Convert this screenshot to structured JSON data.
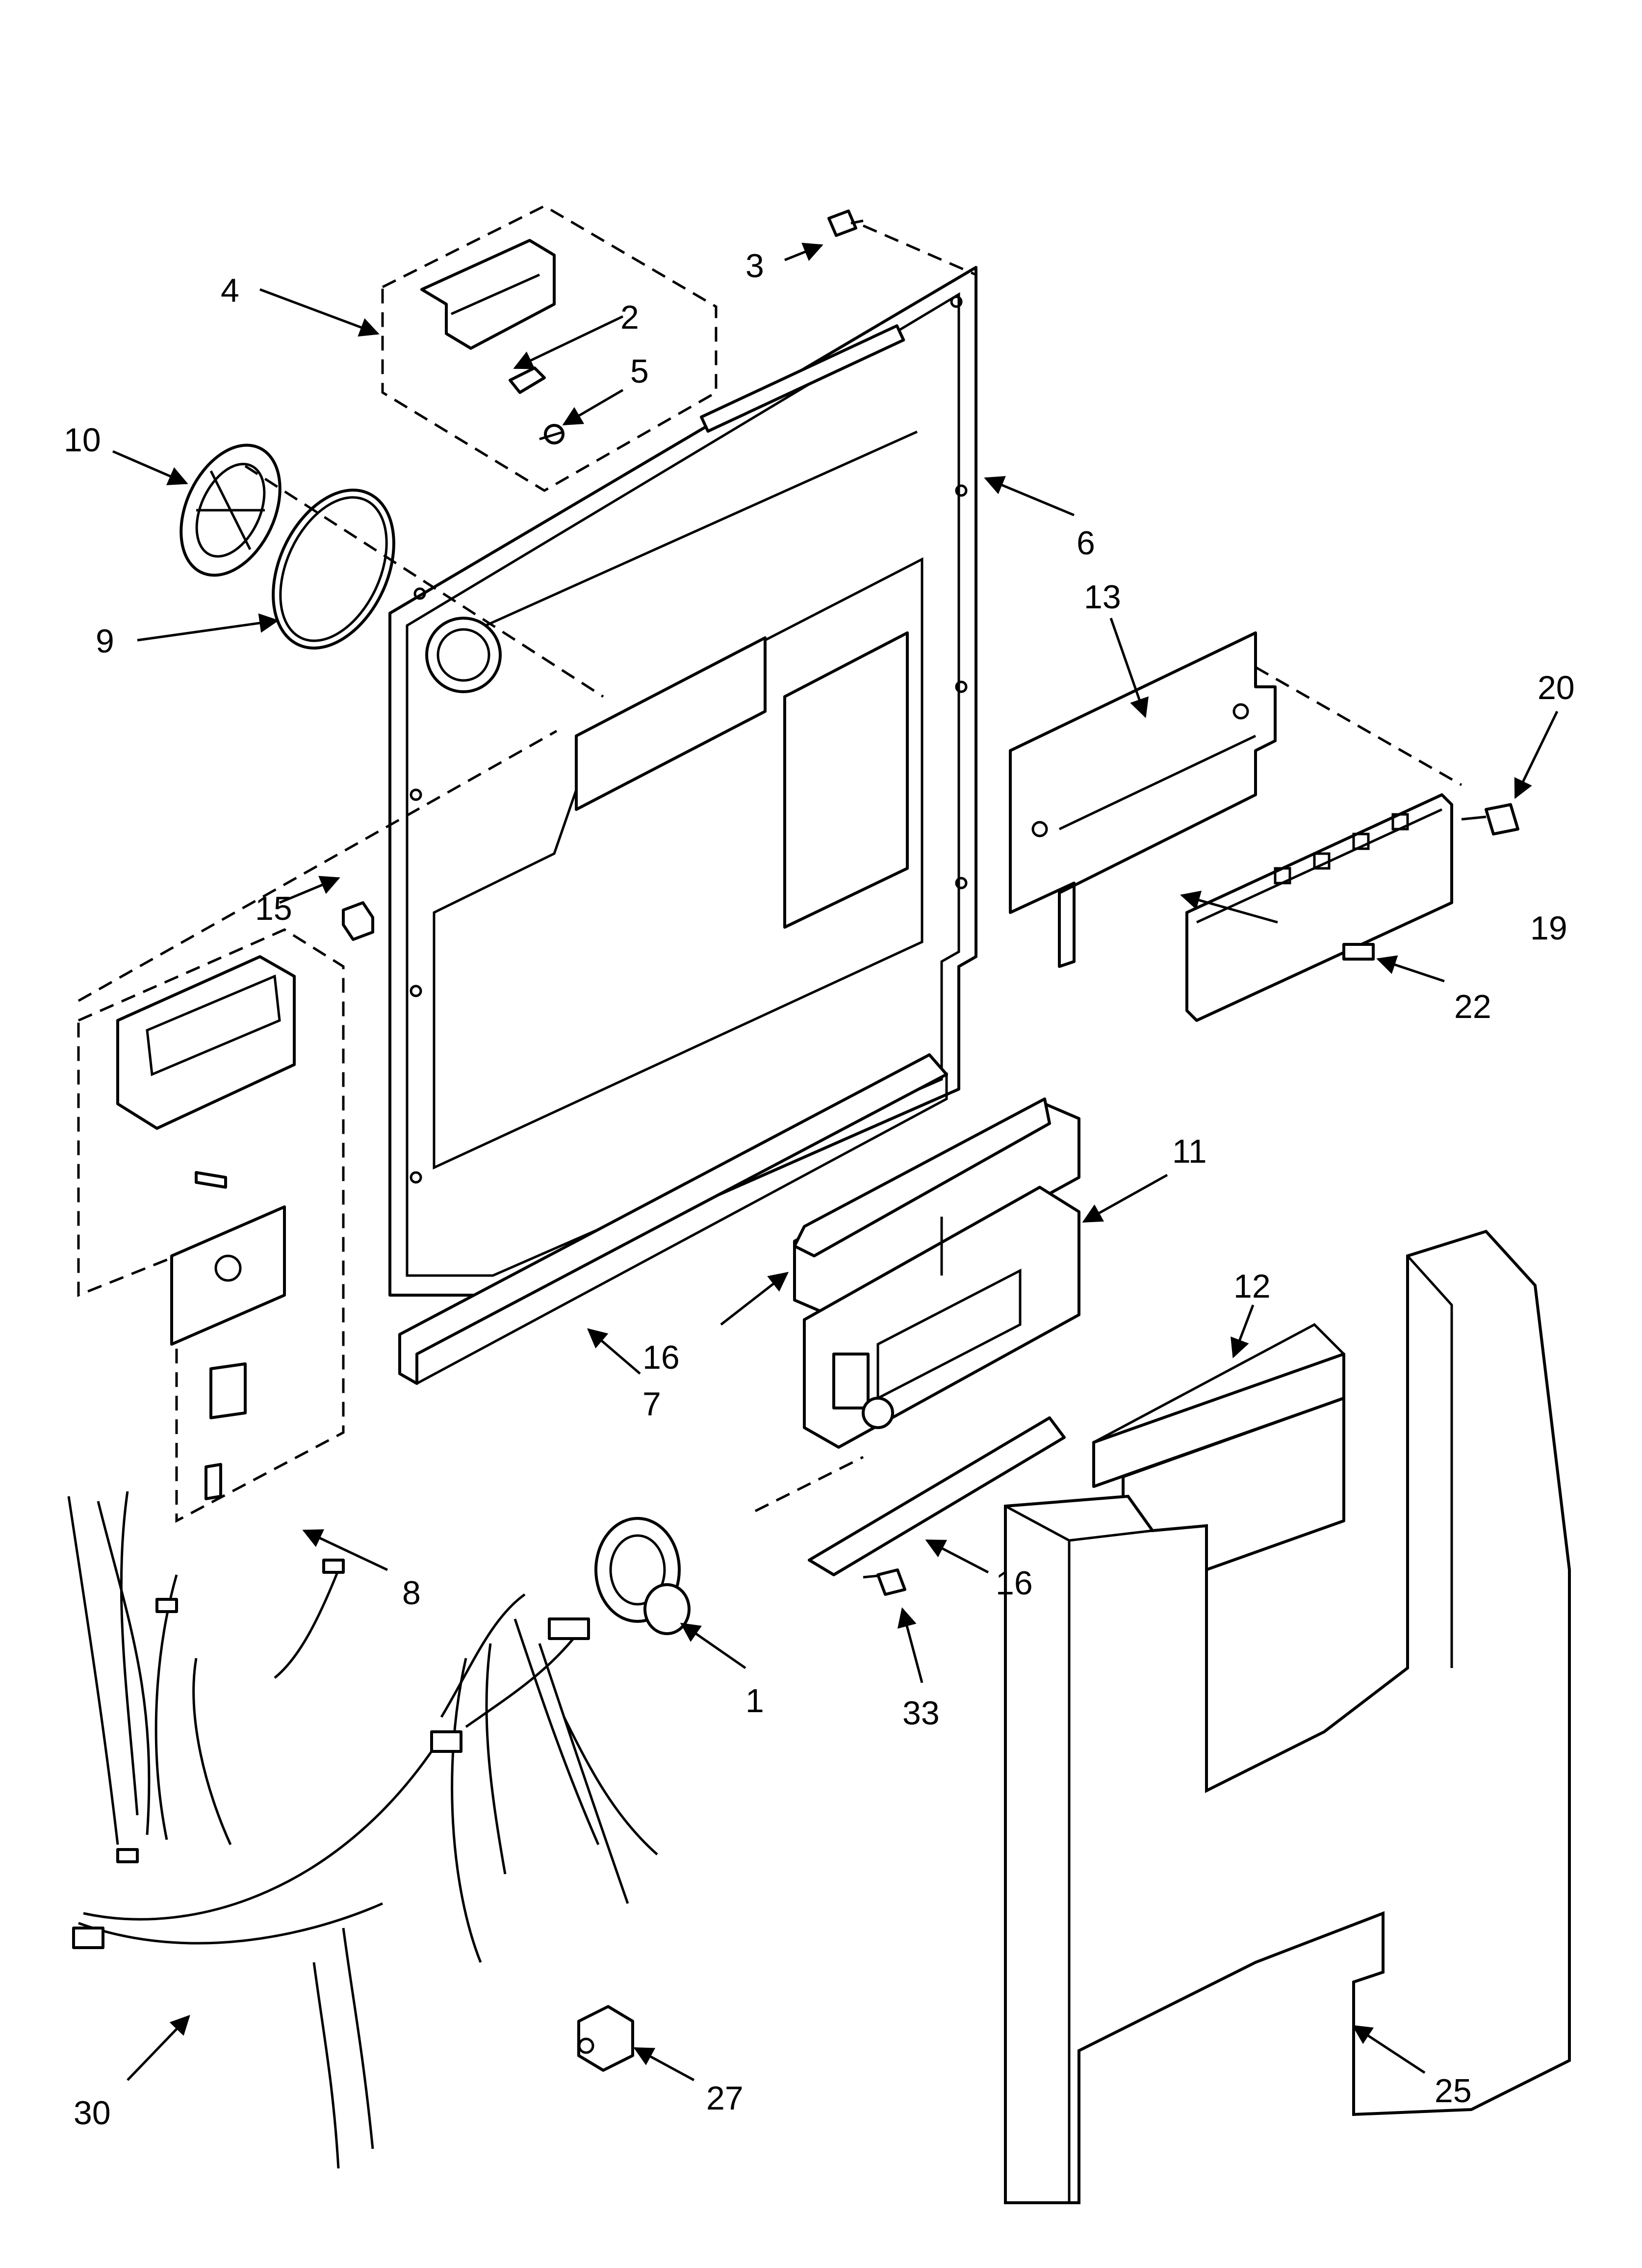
{
  "callouts": [
    {
      "id": "c1",
      "label": "1"
    },
    {
      "id": "c2",
      "label": "2"
    },
    {
      "id": "c3",
      "label": "3"
    },
    {
      "id": "c4",
      "label": "4"
    },
    {
      "id": "c5",
      "label": "5"
    },
    {
      "id": "c6",
      "label": "6"
    },
    {
      "id": "c7",
      "label": "7"
    },
    {
      "id": "c8",
      "label": "8"
    },
    {
      "id": "c9",
      "label": "9"
    },
    {
      "id": "c10",
      "label": "10"
    },
    {
      "id": "c11",
      "label": "11"
    },
    {
      "id": "c12",
      "label": "12"
    },
    {
      "id": "c13",
      "label": "13"
    },
    {
      "id": "c15",
      "label": "15"
    },
    {
      "id": "c16a",
      "label": "16"
    },
    {
      "id": "c16b",
      "label": "16"
    },
    {
      "id": "c19",
      "label": "19"
    },
    {
      "id": "c20",
      "label": "20"
    },
    {
      "id": "c22",
      "label": "22"
    },
    {
      "id": "c25",
      "label": "25"
    },
    {
      "id": "c27",
      "label": "27"
    },
    {
      "id": "c30",
      "label": "30"
    },
    {
      "id": "c33",
      "label": "33"
    }
  ]
}
